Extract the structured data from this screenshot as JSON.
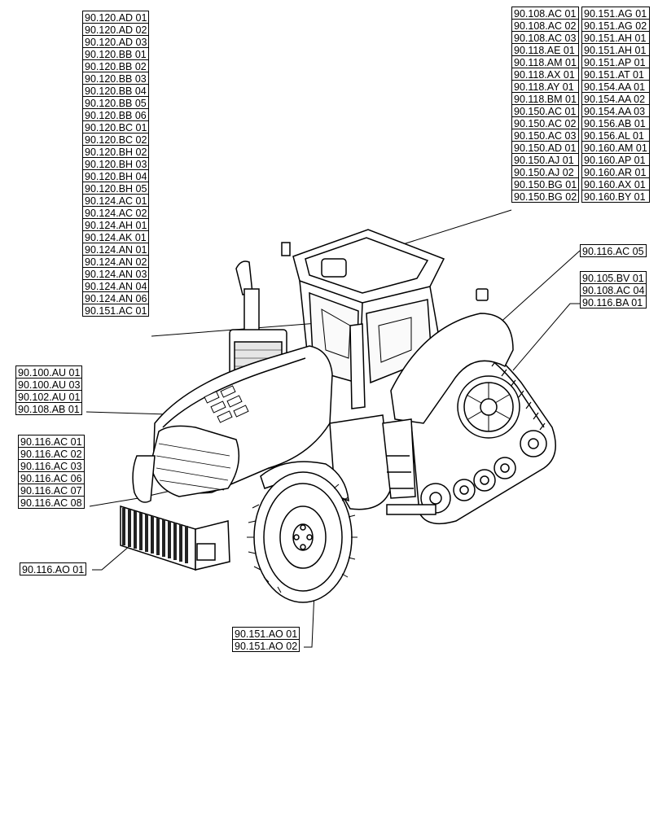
{
  "callouts": {
    "top_left_list": [
      "90.120.AD 01",
      "90.120.AD 02",
      "90.120.AD 03",
      "90.120.BB 01",
      "90.120.BB 02",
      "90.120.BB 03",
      "90.120.BB 04",
      "90.120.BB 05",
      "90.120.BB 06",
      "90.120.BC 01",
      "90.120.BC 02",
      "90.120.BH 02",
      "90.120.BH 03",
      "90.120.BH 04",
      "90.120.BH 05",
      "90.124.AC 01",
      "90.124.AC 02",
      "90.124.AH 01",
      "90.124.AK 01",
      "90.124.AN 01",
      "90.124.AN 02",
      "90.124.AN 03",
      "90.124.AN 04",
      "90.124.AN 06",
      "90.151.AC 01"
    ],
    "top_right_col1": [
      "90.108.AC 01",
      "90.108.AC 02",
      "90.108.AC 03",
      "90.118.AE 01",
      "90.118.AM 01",
      "90.118.AX 01",
      "90.118.AY 01",
      "90.118.BM 01",
      "90.150.AC 01",
      "90.150.AC 02",
      "90.150.AC 03",
      "90.150.AD 01",
      "90.150.AJ 01",
      "90.150.AJ 02",
      "90.150.BG 01",
      "90.150.BG 02"
    ],
    "top_right_col2": [
      "90.151.AG 01",
      "90.151.AG 02",
      "90.151.AH 01",
      "90.151.AH 01",
      "90.151.AP 01",
      "90.151.AT 01",
      "90.154.AA 01",
      "90.154.AA 02",
      "90.154.AA 03",
      "90.156.AB 01",
      "90.156.AL 01",
      "90.160.AM 01",
      "90.160.AP 01",
      "90.160.AR 01",
      "90.160.AX 01",
      "90.160.BY 01"
    ],
    "right_single": [
      "90.116.AC 05"
    ],
    "right_group": [
      "90.105.BV 01",
      "90.108.AC 04",
      "90.116.BA 01"
    ],
    "left_hood": [
      "90.100.AU 01",
      "90.100.AU 03",
      "90.102.AU 01",
      "90.108.AB 01"
    ],
    "left_fender": [
      "90.116.AC 01",
      "90.116.AC 02",
      "90.116.AC 03",
      "90.116.AC 06",
      "90.116.AC 07",
      "90.116.AC 08"
    ],
    "left_weights": [
      "90.116.AO 01"
    ],
    "bottom_wheel": [
      "90.151.AO 01",
      "90.151.AO 02"
    ]
  },
  "colors": {
    "line": "#000000",
    "background": "#ffffff",
    "grille": "#222222"
  }
}
